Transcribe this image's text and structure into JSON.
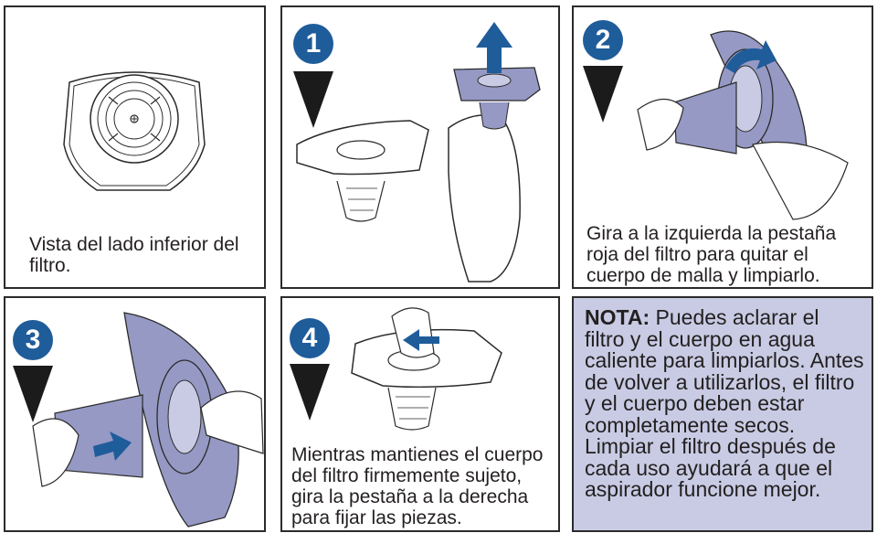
{
  "panels": {
    "p0": {
      "caption": "Vista del lado inferior del filtro."
    },
    "p1": {
      "step": "1"
    },
    "p2": {
      "step": "2",
      "caption": "Gira a la izquierda la pestaña roja del filtro para quitar el cuerpo de malla y limpiarlo."
    },
    "p3": {
      "step": "3"
    },
    "p4": {
      "step": "4",
      "caption": "Mientras mantienes el cuerpo del filtro firmemente sujeto, gira la pestaña a la derecha para fijar las piezas."
    },
    "note": {
      "label": "NOTA:",
      "text": " Puedes aclarar el filtro y el cuerpo en agua caliente para limpiarlos. Antes de volver a utilizarlos, el filtro y el cuerpo deben estar completamente secos. Limpiar el filtro después de cada uso ayudará a que el aspirador funcione mejor."
    }
  },
  "colors": {
    "accent": "#1f5c9a",
    "note_bg": "#c8cbe3",
    "part_fill": "#9599c4",
    "outline": "#2b2b2b"
  },
  "icons": [
    "up-arrow-icon",
    "rotate-left-arrow-icon",
    "push-arrow-icon",
    "rotate-right-arrow-icon"
  ]
}
